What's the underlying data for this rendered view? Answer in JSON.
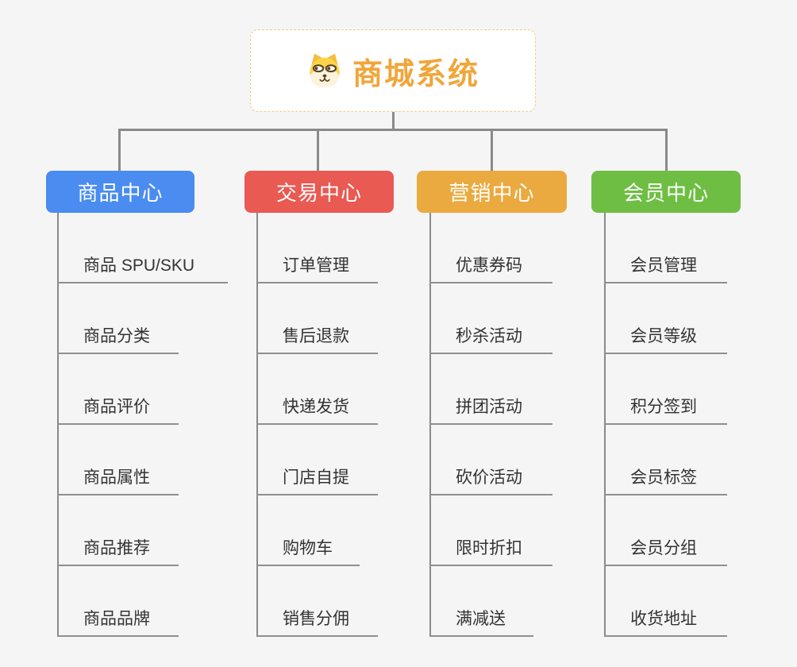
{
  "page": {
    "background_color": "#f5f5f6",
    "connector_color": "#8a8a8a"
  },
  "root": {
    "title": "商城系统",
    "icon": "shiba-dog-icon",
    "text_color": "#f0a63a",
    "border_color": "#f3c97e"
  },
  "branches": [
    {
      "label": "商品中心",
      "color": "#4a8cf0",
      "children": [
        "商品 SPU/SKU",
        "商品分类",
        "商品评价",
        "商品属性",
        "商品推荐",
        "商品品牌"
      ]
    },
    {
      "label": "交易中心",
      "color": "#e85a52",
      "children": [
        "订单管理",
        "售后退款",
        "快递发货",
        "门店自提",
        "购物车",
        "销售分佣"
      ]
    },
    {
      "label": "营销中心",
      "color": "#ebaa3f",
      "children": [
        "优惠券码",
        "秒杀活动",
        "拼团活动",
        "砍价活动",
        "限时折扣",
        "满减送"
      ]
    },
    {
      "label": "会员中心",
      "color": "#6fbe44",
      "children": [
        "会员管理",
        "会员等级",
        "积分签到",
        "会员标签",
        "会员分组",
        "收货地址"
      ]
    }
  ]
}
